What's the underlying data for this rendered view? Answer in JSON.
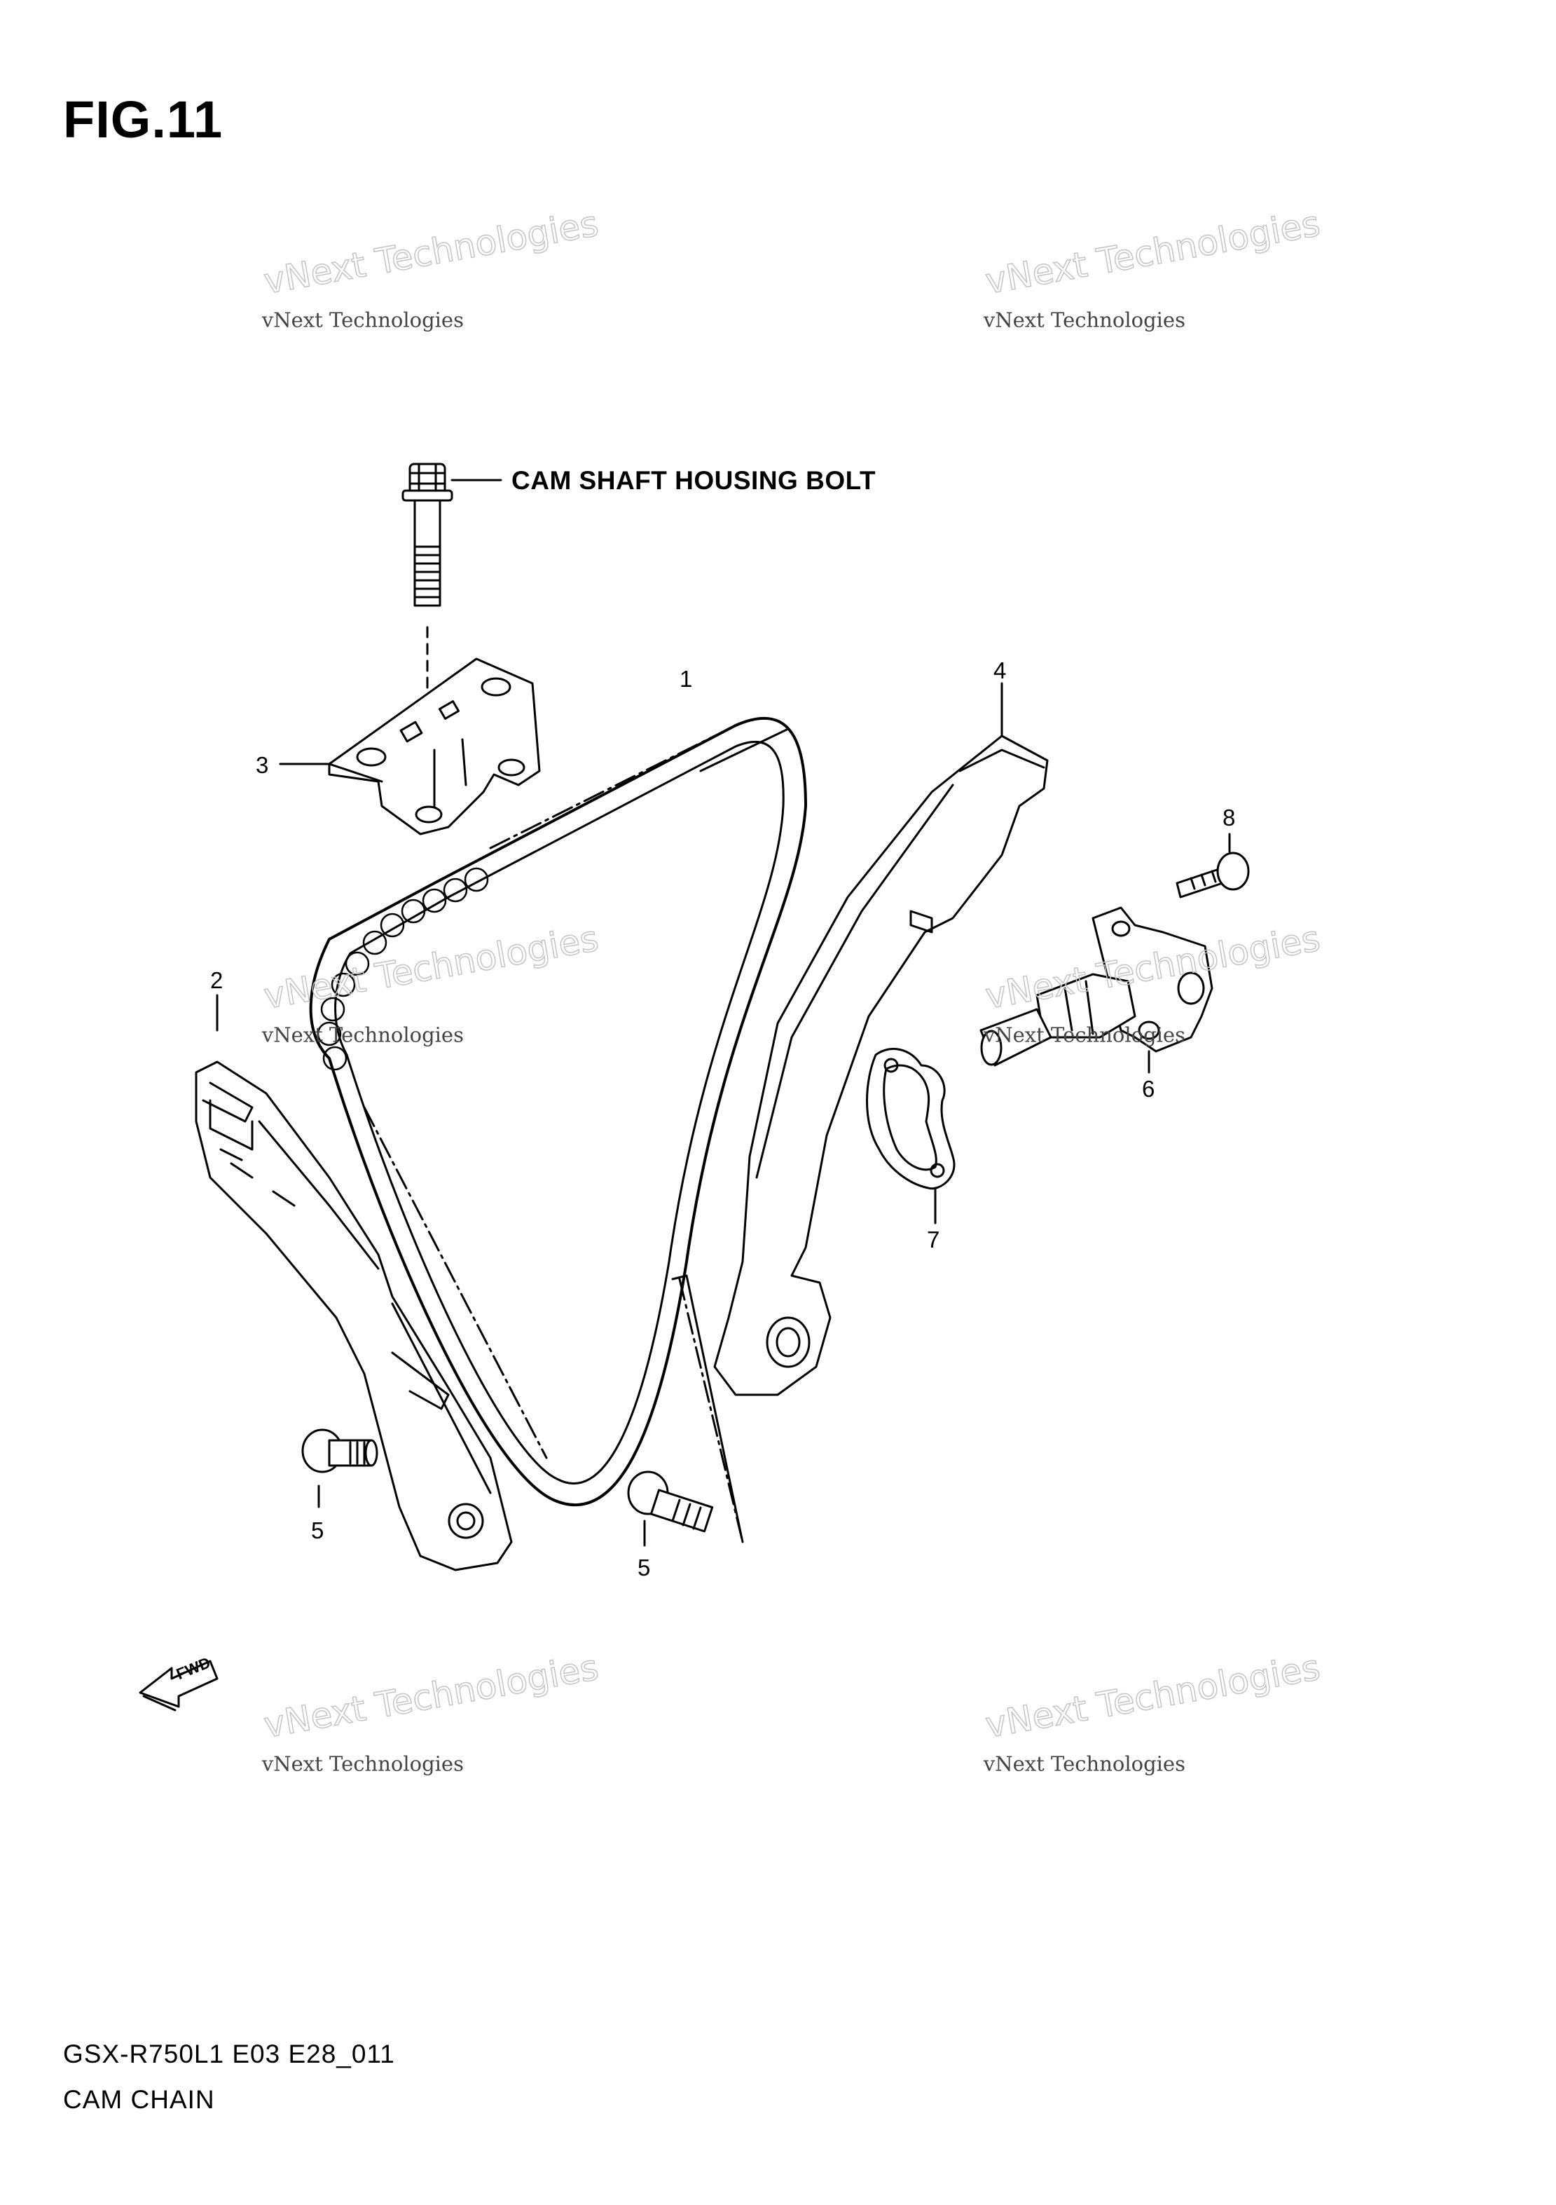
{
  "figure_label": "FIG.11",
  "model_code": "GSX-R750L1 E03 E28_011",
  "section_name": "CAM CHAIN",
  "annotation_text": "CAM SHAFT HOUSING BOLT",
  "fwd_label": "FWD",
  "watermark_text": "vNext Technologies",
  "callouts": {
    "c1": "1",
    "c2": "2",
    "c3": "3",
    "c4": "4",
    "c5a": "5",
    "c5b": "5",
    "c6": "6",
    "c7": "7",
    "c8": "8"
  }
}
